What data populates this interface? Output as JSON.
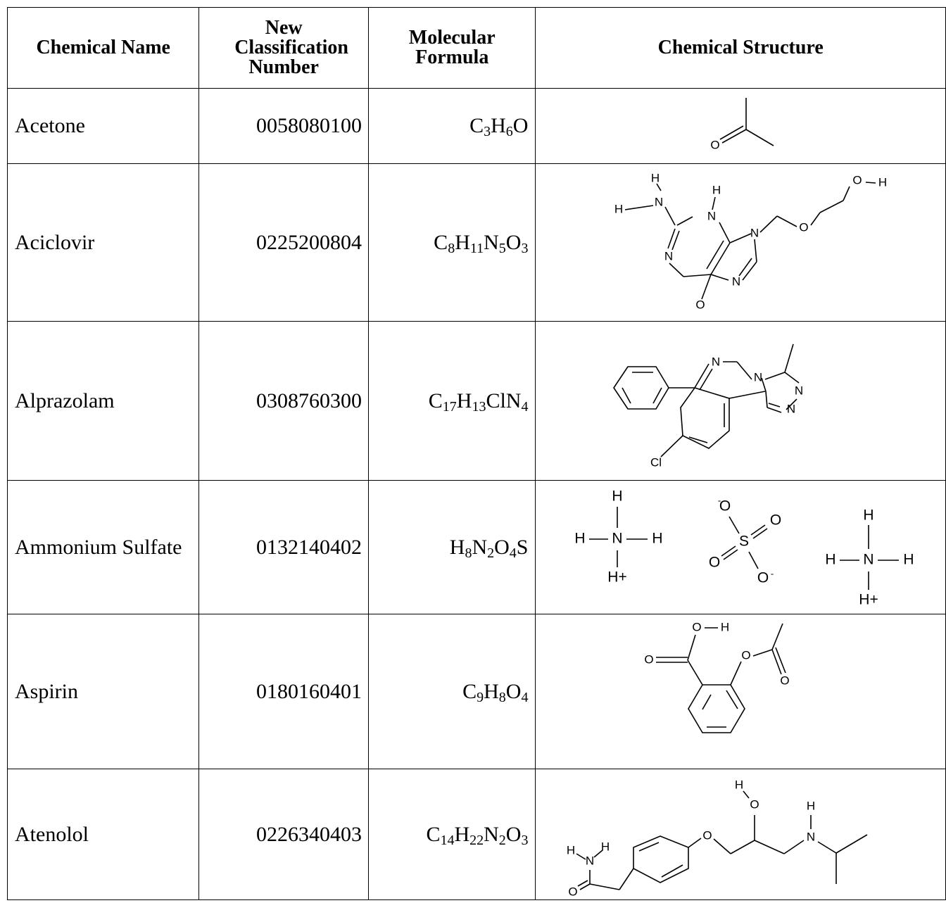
{
  "headers": {
    "name": "Chemical Name",
    "number": "New Classification Number",
    "formula": "Molecular Formula",
    "structure": "Chemical Structure"
  },
  "rows": [
    {
      "name": "Acetone",
      "number": "0058080100",
      "formula": [
        [
          "C",
          "3"
        ],
        [
          "H",
          "6"
        ],
        [
          "O",
          ""
        ]
      ]
    },
    {
      "name": "Aciclovir",
      "number": "0225200804",
      "formula": [
        [
          "C",
          "8"
        ],
        [
          "H",
          "11"
        ],
        [
          "N",
          "5"
        ],
        [
          "O",
          "3"
        ]
      ]
    },
    {
      "name": "Alprazolam",
      "number": "0308760300",
      "formula": [
        [
          "C",
          "17"
        ],
        [
          "H",
          "13"
        ],
        [
          "ClN",
          "4"
        ]
      ]
    },
    {
      "name": "Ammonium Sulfate",
      "number": "0132140402",
      "formula": [
        [
          "H",
          "8"
        ],
        [
          "N",
          "2"
        ],
        [
          "O",
          "4"
        ],
        [
          "S",
          ""
        ]
      ]
    },
    {
      "name": "Aspirin",
      "number": "0180160401",
      "formula": [
        [
          "C",
          "9"
        ],
        [
          "H",
          "8"
        ],
        [
          "O",
          "4"
        ]
      ]
    },
    {
      "name": "Atenolol",
      "number": "0226340403",
      "formula": [
        [
          "C",
          "14"
        ],
        [
          "H",
          "22"
        ],
        [
          "N",
          "2"
        ],
        [
          "O",
          "3"
        ]
      ]
    }
  ],
  "atoms": {
    "O": "O",
    "H": "H",
    "N": "N",
    "Cl": "Cl",
    "S": "S",
    "H_plus": "H+",
    "O_minus": "O-",
    "minus_sign": "-"
  }
}
